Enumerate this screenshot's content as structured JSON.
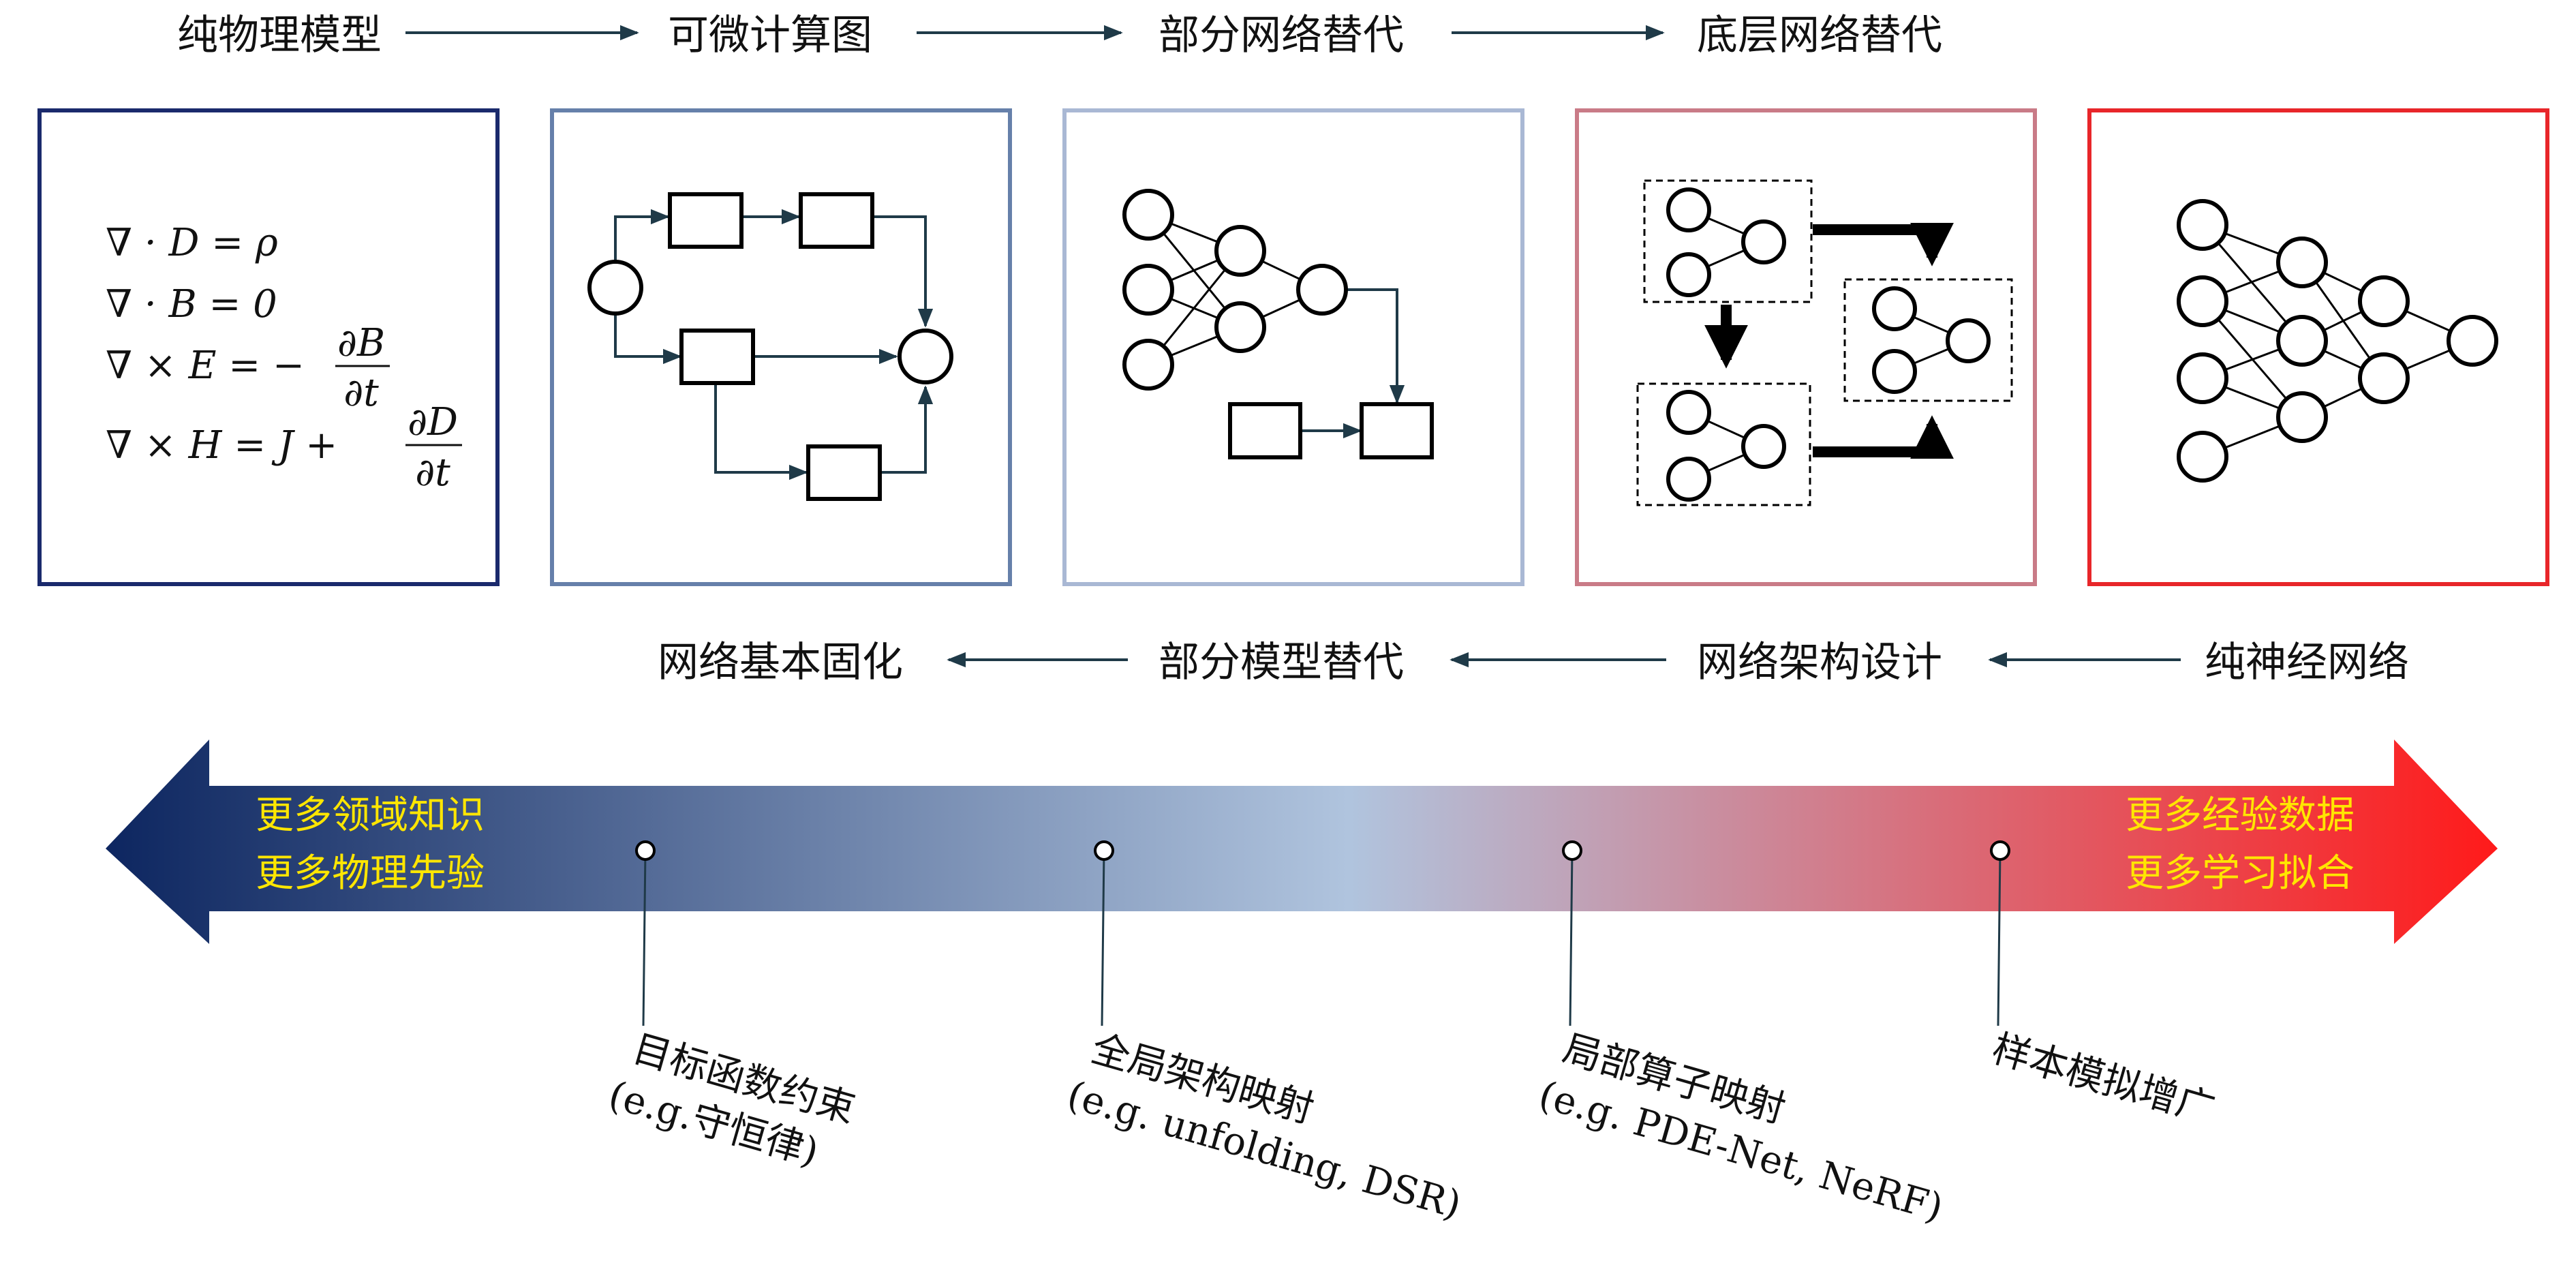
{
  "top_stages": [
    "纯物理模型",
    "可微计算图",
    "部分网络替代",
    "底层网络替代"
  ],
  "bottom_stages": [
    "网络基本固化",
    "部分模型替代",
    "网络架构设计",
    "纯神经网络"
  ],
  "equations": {
    "line1": "∇ · D = ρ",
    "line2": "∇ · B = 0",
    "line3": {
      "lhs": "∇ × E = −",
      "num": "∂B",
      "den": "∂t"
    },
    "line4": {
      "lhs": "∇ × H = J +",
      "num": "∂D",
      "den": "∂t"
    }
  },
  "spectrum": {
    "left_label": [
      "更多领域知识",
      "更多物理先验"
    ],
    "right_label": [
      "更多经验数据",
      "更多学习拟合"
    ],
    "left_color": "#0d2660",
    "mid_color": "#b0c4de",
    "right_color": "#ff1a1a",
    "label_color": "#ffe600"
  },
  "markers": [
    {
      "line1": "目标函数约束",
      "line2": "(e.g.守恒律)"
    },
    {
      "line1": "全局架构映射",
      "line2": "(e.g. unfolding, DSR)"
    },
    {
      "line1": "局部算子映射",
      "line2": "(e.g. PDE-Net, NeRF)"
    },
    {
      "line1": "样本模拟增广",
      "line2": ""
    }
  ],
  "panel_colors": [
    "#1a2a6c",
    "#6680aa",
    "#a9b8d4",
    "#c97b87",
    "#e8262a"
  ],
  "connector_color": "#1f3a48"
}
